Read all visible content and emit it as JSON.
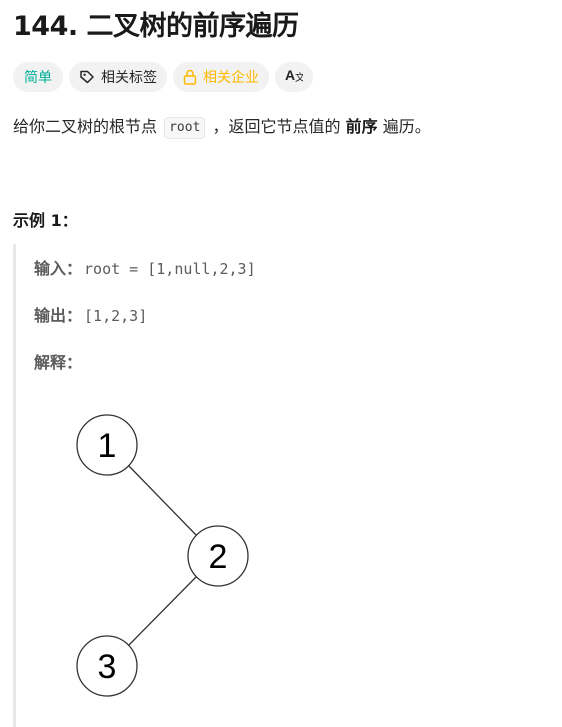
{
  "problem": {
    "title": "144. 二叉树的前序遍历"
  },
  "tags": {
    "difficulty": "简单",
    "related_tags": "相关标签",
    "related_companies": "相关企业",
    "translate_icon": "translate-icon"
  },
  "description": {
    "prefix": "给你二叉树的根节点",
    "code": "root",
    "middle": "，返回它节点值的",
    "bold": "前序",
    "suffix": "遍历。"
  },
  "example": {
    "title": "示例 1：",
    "input_label": "输入：",
    "input_value": "root = [1,null,2,3]",
    "output_label": "输出：",
    "output_value": "[1,2,3]",
    "explanation_label": "解释："
  },
  "tree": {
    "nodes": [
      {
        "id": "n1",
        "label": "1"
      },
      {
        "id": "n2",
        "label": "2"
      },
      {
        "id": "n3",
        "label": "3"
      }
    ],
    "edges": [
      [
        "n1",
        "n2"
      ],
      [
        "n2",
        "n3"
      ]
    ]
  },
  "colors": {
    "easy": "#00af9b",
    "company": "#ffb800",
    "text": "#262626",
    "muted": "#5c5c5c"
  }
}
